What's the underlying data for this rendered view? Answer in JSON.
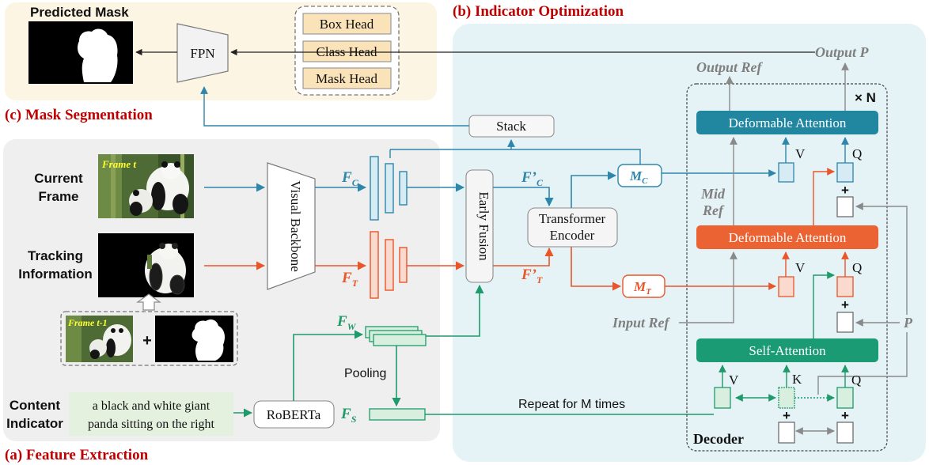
{
  "sections": {
    "feature_extraction": "(a) Feature Extraction",
    "indicator_optimization": "(b) Indicator Optimization",
    "mask_segmentation": "(c) Mask Segmentation"
  },
  "inputs": {
    "current_frame": [
      "Current",
      "Frame"
    ],
    "current_frame_tag": "Frame t",
    "tracking_information": [
      "Tracking",
      "Information"
    ],
    "prev_frame_tag": "Frame t-1",
    "plus": "+",
    "content_indicator": [
      "Content",
      "Indicator"
    ],
    "sentence": [
      "a black and white giant",
      "panda sitting on the right"
    ]
  },
  "modules": {
    "visual_backbone": "Visual Backbone",
    "roberta": "RoBERTa",
    "early_fusion": "Early Fusion",
    "transformer_encoder": [
      "Transformer",
      "Encoder"
    ],
    "stack": "Stack",
    "fpn": "FPN",
    "heads": [
      "Box Head",
      "Class Head",
      "Mask Head"
    ],
    "predicted_mask": "Predicted Mask",
    "pooling": "Pooling",
    "repeat": "Repeat for M times"
  },
  "features": {
    "fc": {
      "main": "F",
      "sub": "C"
    },
    "ft": {
      "main": "F",
      "sub": "T"
    },
    "fw": {
      "main": "F",
      "sub": "W"
    },
    "fs": {
      "main": "F",
      "sub": "S"
    },
    "fc_prime": {
      "main": "F’",
      "sub": "C"
    },
    "ft_prime": {
      "main": "F’",
      "sub": "T"
    },
    "mc": {
      "main": "M",
      "sub": "C"
    },
    "mt": {
      "main": "M",
      "sub": "T"
    }
  },
  "decoder": {
    "title": "Decoder",
    "repeat_n": "× N",
    "deformable_attention_top": "Deformable Attention",
    "deformable_attention_mid": "Deformable Attention",
    "self_attention": "Self-Attention",
    "v": "V",
    "q": "Q",
    "k": "K",
    "plus": "+",
    "output_ref": "Output Ref",
    "output_p": "Output P",
    "mid_ref": [
      "Mid",
      "Ref"
    ],
    "input_ref": "Input Ref",
    "p": "P"
  },
  "colors": {
    "blue": "#2e86ab",
    "orange": "#e8562a",
    "green": "#1f9a6b",
    "feature_bg": "#efefef",
    "indicator_bg": "#e6f3f6",
    "mask_bg": "#fdf5e3",
    "section_title": "#c00000"
  }
}
